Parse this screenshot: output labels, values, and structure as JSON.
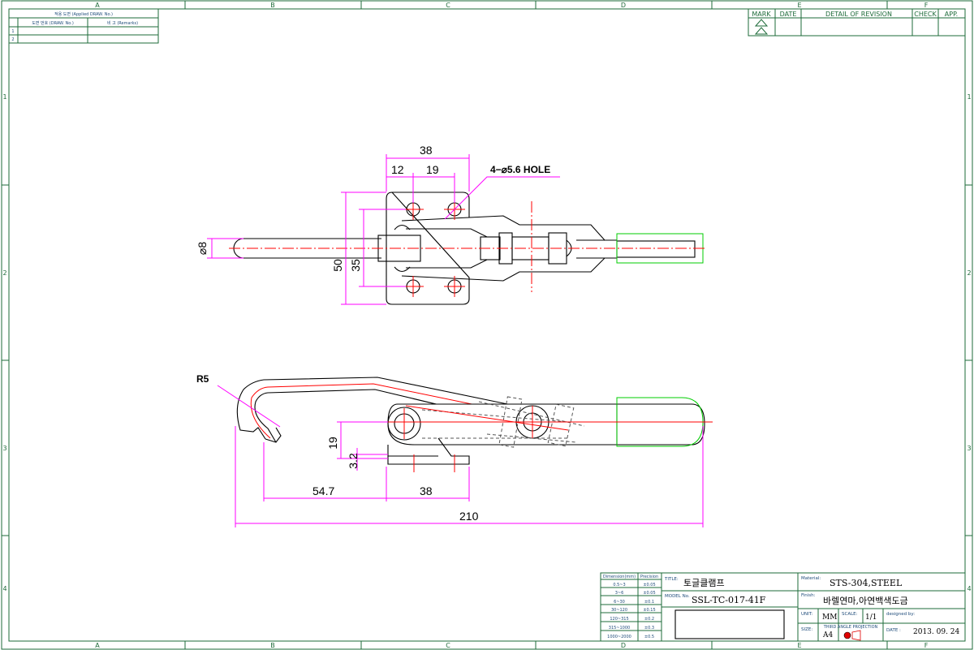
{
  "frame": {
    "zones_top": [
      "A",
      "B",
      "C",
      "D",
      "E",
      "F"
    ],
    "zones_side": [
      "1",
      "2",
      "3",
      "4"
    ],
    "applied_drawing": {
      "title": "적용 도면 (Applied DRAW. No.)",
      "col_drawing_no": "도면 번호 (DRAW. No.)",
      "col_remarks": "비 고 (Remarks)",
      "rows": [
        "1",
        "2"
      ]
    },
    "revision": {
      "mark": "MARK",
      "date": "DATE",
      "detail": "DETAIL OF REVISION",
      "check": "CHECK",
      "app": "APP."
    }
  },
  "top_view": {
    "dim_38": "38",
    "dim_12": "12",
    "dim_19": "19",
    "hole_note": "4−⌀5.6  HOLE",
    "dim_phi8": "⌀8",
    "dim_50": "50",
    "dim_35": "35"
  },
  "side_view": {
    "radius": "R5",
    "dim_19": "19",
    "dim_3_2": "3.2",
    "dim_54_7": "54.7",
    "dim_38": "38",
    "dim_210": "210"
  },
  "tolerance": {
    "header_dim": "Dimension(mm)",
    "header_prec": "Precision",
    "rows": [
      [
        "0.5~3",
        "±0.05"
      ],
      [
        "3~6",
        "±0.05"
      ],
      [
        "6~30",
        "±0.1"
      ],
      [
        "30~120",
        "±0.15"
      ],
      [
        "120~315",
        "±0.2"
      ],
      [
        "315~1000",
        "±0.3"
      ],
      [
        "1000~2000",
        "±0.5"
      ]
    ]
  },
  "title_block": {
    "title_label": "TITLE:",
    "title_value": "토글클램프",
    "model_label": "MODEL No.",
    "model_value": "SSL-TC-017-41F",
    "material_label": "Material:",
    "material_value": "STS-304,STEEL",
    "finish_label": "Finish:",
    "finish_value": "바렐연마,아연백색도금",
    "unit_label": "UNIT:",
    "unit_value": "MM",
    "scale_label": "SCALE:",
    "scale_value": "1/1",
    "designed_label": "designed by:",
    "size_label": "SIZE:",
    "size_value": "A4",
    "projection_label": "THIRD ANGLE PROJECTION",
    "date_label": "DATE :",
    "date_value": "2013. 09. 24"
  },
  "colors": {
    "frame": "#1e6b3a",
    "outline": "#000000",
    "dimension": "#ff00ff",
    "centerline": "#ff0000",
    "handle_grip": "#00cc00"
  }
}
